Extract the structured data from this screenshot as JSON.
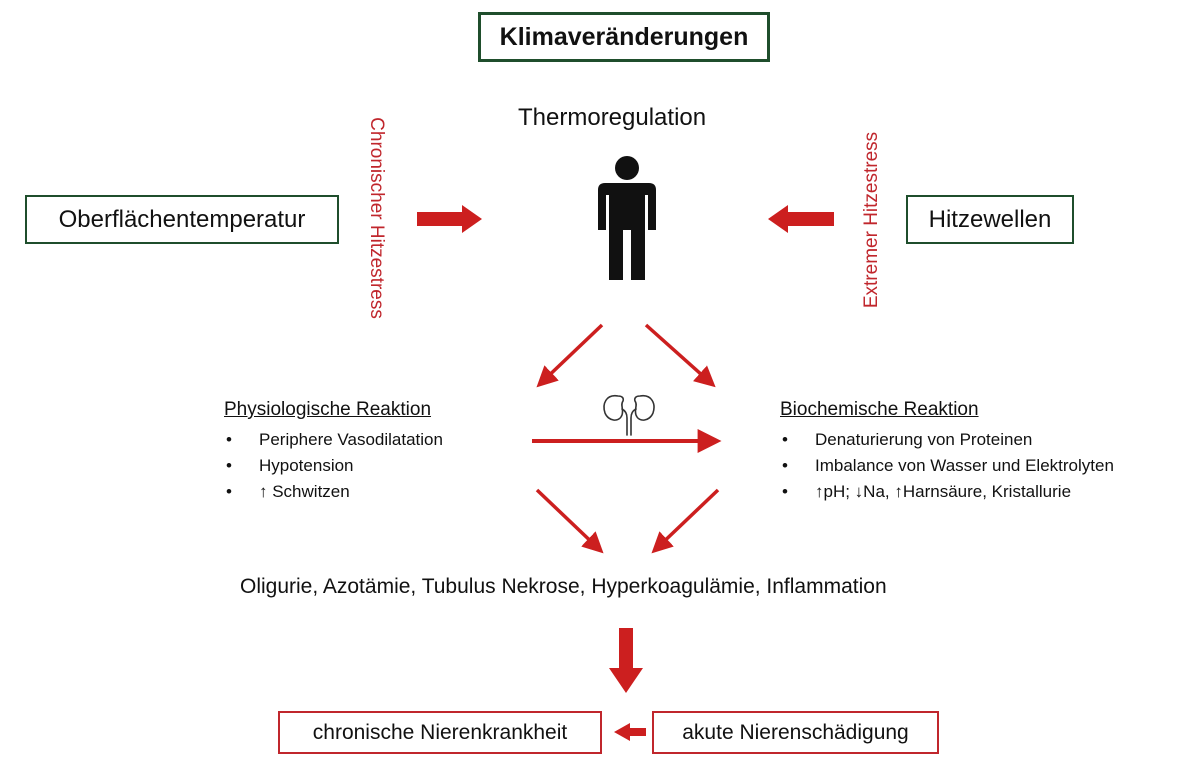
{
  "title": "Klimaveränderungen",
  "center_label": "Thermoregulation",
  "left_box": "Oberflächentemperatur",
  "right_box": "Hitzewellen",
  "left_stress_label": "Chronischer Hitzestress",
  "right_stress_label": "Extremer Hitzestress",
  "physiological": {
    "heading": "Physiologische Reaktion",
    "items": [
      "Periphere Vasodilatation",
      "Hypotension",
      "↑ Schwitzen"
    ]
  },
  "biochemical": {
    "heading": "Biochemische Reaktion",
    "items": [
      "Denaturierung von Proteinen",
      "Imbalance von Wasser und Elektrolyten",
      "↑pH; ↓Na, ↑Harnsäure, Kristallurie"
    ]
  },
  "outcomes": "Oligurie, Azotämie, Tubulus Nekrose, Hyperkoagulämie, Inflammation",
  "acute_box": "akute Nierenschädigung",
  "chronic_box": "chronische Nierenkrankheit",
  "icons": [
    "person-icon",
    "kidney-icon"
  ],
  "colors": {
    "arrow": "#cc1f1f",
    "label_red": "#c0262c",
    "title_border": "#1f4e2c",
    "box_border_dark": "#1f4e2c",
    "box_border_red": "#c0262c"
  }
}
